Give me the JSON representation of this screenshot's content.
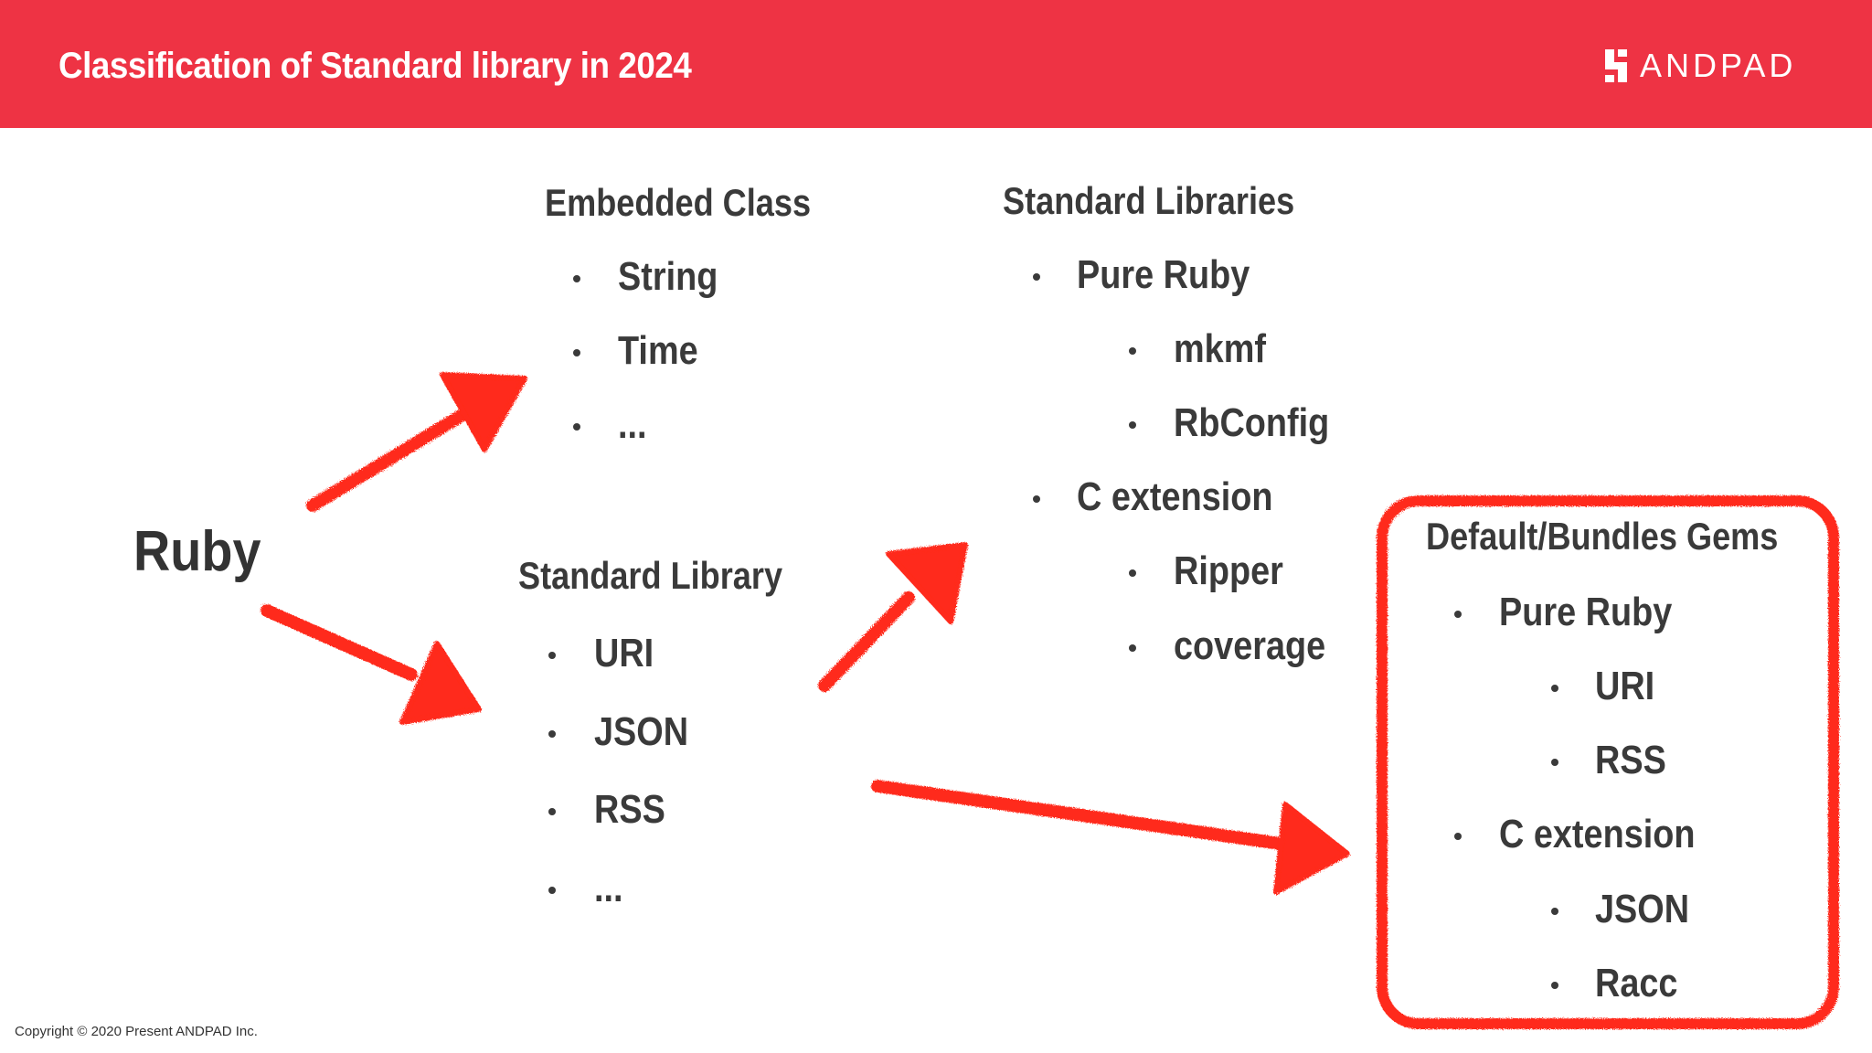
{
  "header": {
    "title": "Classification of Standard library in 2024",
    "logo_text": "ANDPAD",
    "logo_icon": "andpad-logo-icon",
    "background_color": "#ee3344"
  },
  "root": {
    "label": "Ruby"
  },
  "embedded_class": {
    "title": "Embedded Class",
    "items": [
      "String",
      "Time",
      "..."
    ]
  },
  "standard_library": {
    "title": "Standard Library",
    "items": [
      "URI",
      "JSON",
      "RSS",
      "..."
    ]
  },
  "standard_libraries": {
    "title": "Standard Libraries",
    "groups": [
      {
        "label": "Pure Ruby",
        "items": [
          "mkmf",
          "RbConfig"
        ]
      },
      {
        "label": "C extension",
        "items": [
          "Ripper",
          "coverage"
        ]
      }
    ]
  },
  "default_bundles_gems": {
    "title": "Default/Bundles Gems",
    "groups": [
      {
        "label": "Pure Ruby",
        "items": [
          "URI",
          "RSS"
        ]
      },
      {
        "label": "C extension",
        "items": [
          "JSON",
          "Racc"
        ]
      }
    ]
  },
  "footer": {
    "copyright": "Copyright © 2020 Present ANDPAD Inc."
  },
  "colors": {
    "accent": "#ee3344",
    "annotation": "#ff2a1a",
    "text": "#3a3a3a"
  }
}
